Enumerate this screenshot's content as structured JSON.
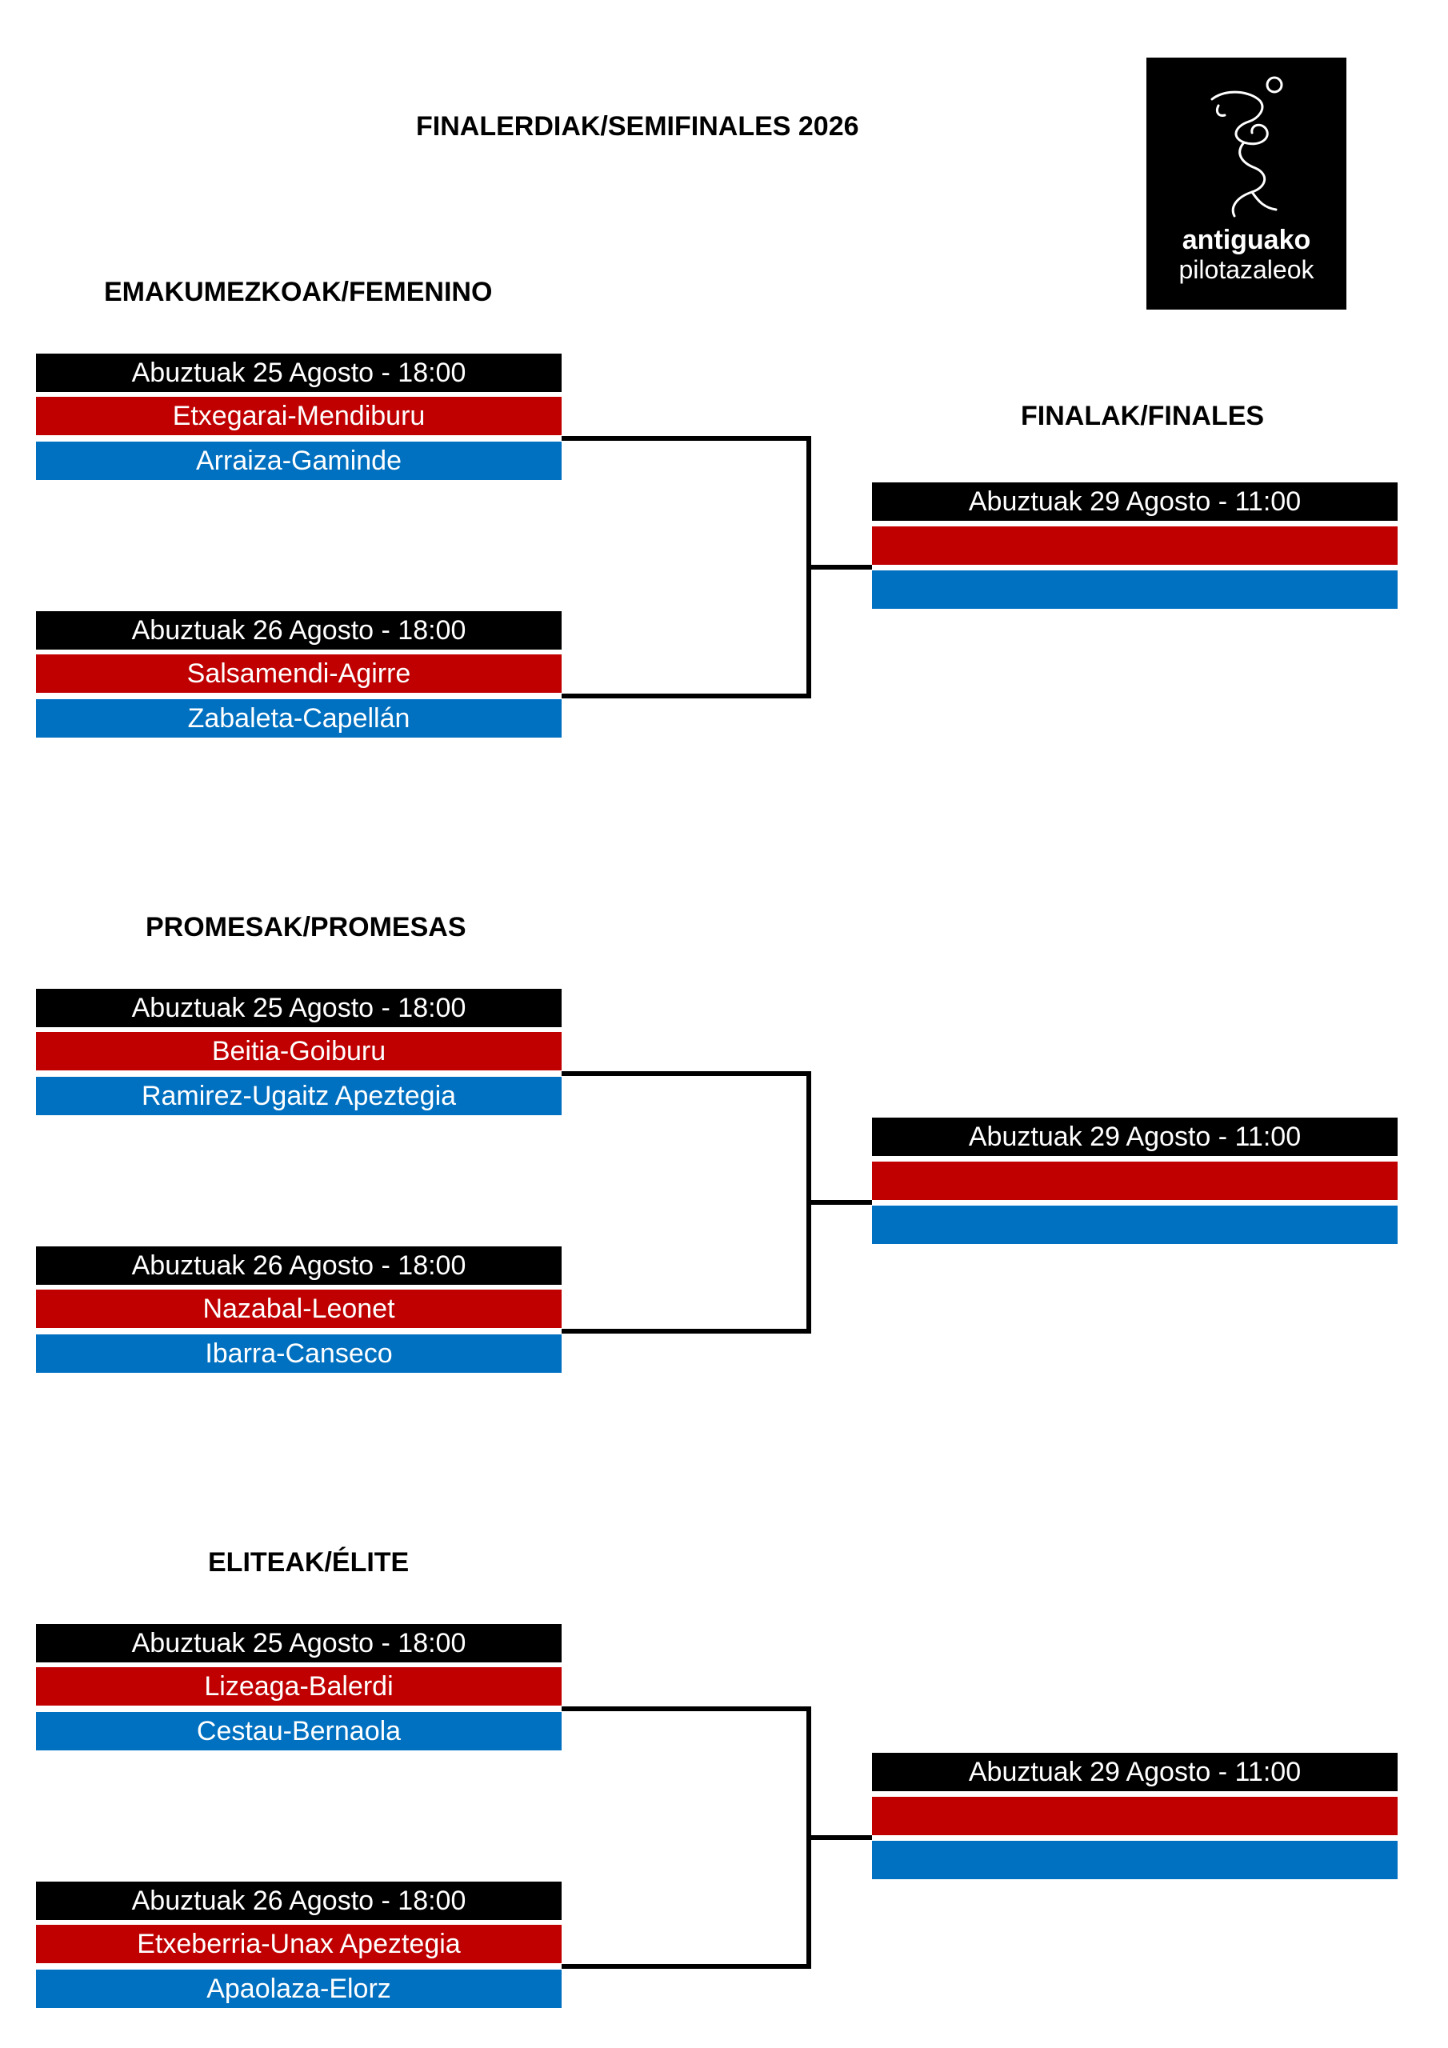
{
  "header": {
    "title": "FINALERDIAK/SEMIFINALES 2026",
    "finals_title": "FINALAK/FINALES"
  },
  "logo": {
    "line1": "antiguako",
    "line2": "pilotazaleok"
  },
  "colors": {
    "date_bar": "#000000",
    "team_red": "#c00000",
    "team_blue": "#0070c0"
  },
  "categories": [
    {
      "title": "EMAKUMEZKOAK/FEMENINO",
      "semis": [
        {
          "date": "Abuztuak 25 Agosto - 18:00",
          "red": "Etxegarai-Mendiburu",
          "blue": "Arraiza-Gaminde"
        },
        {
          "date": "Abuztuak 26 Agosto - 18:00",
          "red": "Salsamendi-Agirre",
          "blue": "Zabaleta-Capellán"
        }
      ],
      "final": {
        "date": "Abuztuak 29 Agosto - 11:00",
        "red": "",
        "blue": ""
      }
    },
    {
      "title": "PROMESAK/PROMESAS",
      "semis": [
        {
          "date": "Abuztuak 25 Agosto - 18:00",
          "red": "Beitia-Goiburu",
          "blue": "Ramirez-Ugaitz Apeztegia"
        },
        {
          "date": "Abuztuak 26 Agosto - 18:00",
          "red": "Nazabal-Leonet",
          "blue": "Ibarra-Canseco"
        }
      ],
      "final": {
        "date": "Abuztuak 29 Agosto - 11:00",
        "red": "",
        "blue": ""
      }
    },
    {
      "title": "ELITEAK/ÉLITE",
      "semis": [
        {
          "date": "Abuztuak 25 Agosto - 18:00",
          "red": "Lizeaga-Balerdi",
          "blue": "Cestau-Bernaola"
        },
        {
          "date": "Abuztuak 26 Agosto - 18:00",
          "red": "Etxeberria-Unax Apeztegia",
          "blue": "Apaolaza-Elorz"
        }
      ],
      "final": {
        "date": "Abuztuak 29 Agosto - 11:00",
        "red": "",
        "blue": ""
      }
    }
  ]
}
